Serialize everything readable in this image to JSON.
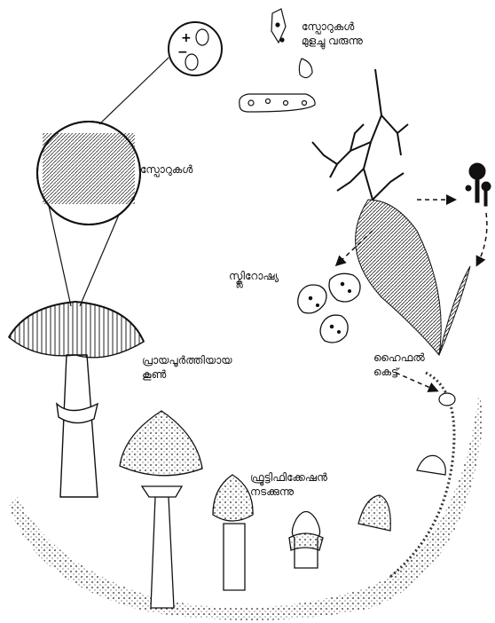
{
  "labels": {
    "spores_germinating": [
      "സ്പോറുകൾ",
      "മുളച്ചു വരുന്നു"
    ],
    "spores": "സ്പോറുകൾ",
    "sclerotia": "സ്ക്ലിറോഷ്യ",
    "hyphal_knot": [
      "ഹൈഫൽ",
      "കെട്ട്"
    ],
    "mature_mushroom": [
      "പ്രായപൂർത്തിയായ",
      "കൂൺ"
    ],
    "fructification": [
      "ഫ്രൂട്ടിഫിക്കേഷൻ",
      "നടക്കുന്നു"
    ]
  },
  "spore_signs": [
    "+",
    "−"
  ],
  "colors": {
    "ink": "#111111",
    "background": "#ffffff"
  }
}
